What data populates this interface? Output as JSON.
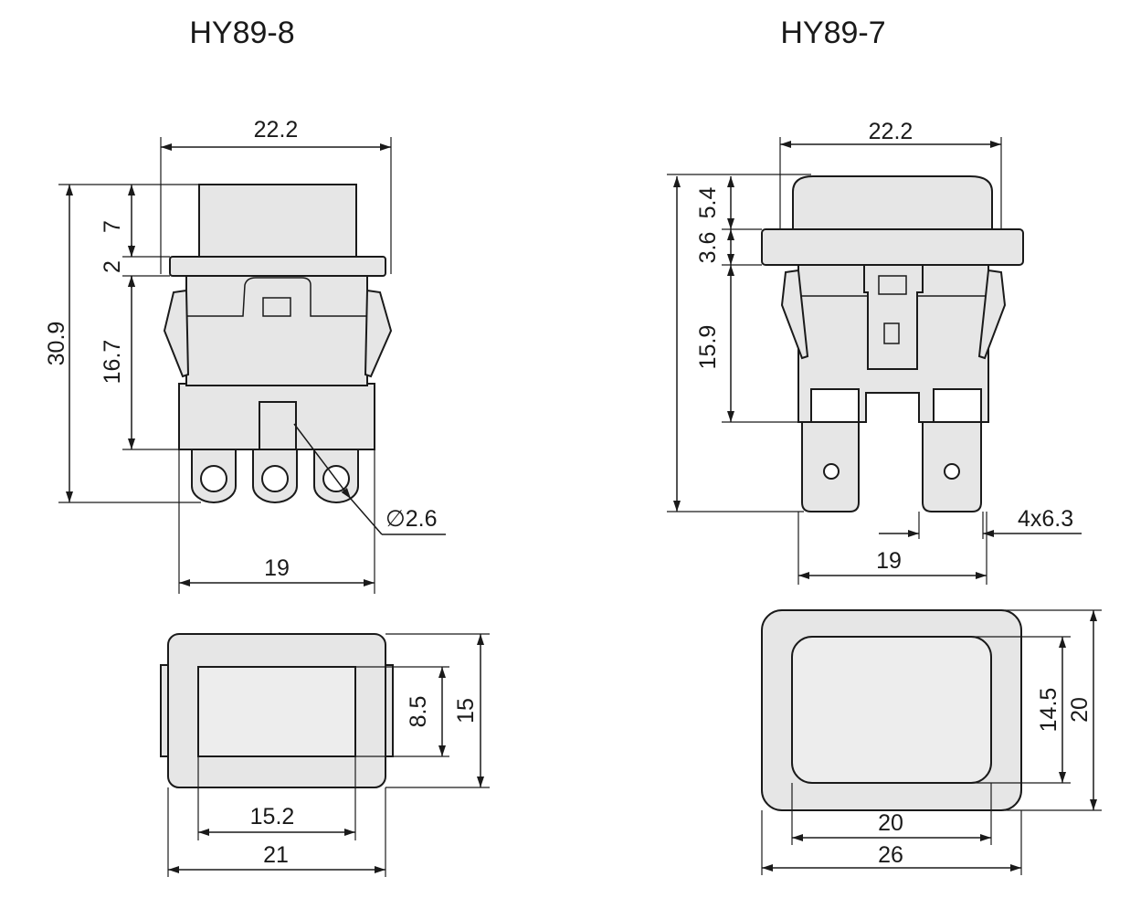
{
  "titles": {
    "left": "HY89-8",
    "right": "HY89-7"
  },
  "left_front": {
    "width": "22.2",
    "overall_height": "30.9",
    "cap_height": "7",
    "flange": "2",
    "body_height": "16.7",
    "hole_dia": "∅2.6",
    "base_width": "19"
  },
  "left_top": {
    "height_outer": "15",
    "height_inner": "8.5",
    "width_inner": "15.2",
    "width_outer": "21"
  },
  "right_front": {
    "width": "22.2",
    "cap_height": "5.4",
    "flange": "3.6",
    "body_height": "15.9",
    "terminal": "4x6.3",
    "base_width": "19"
  },
  "right_top": {
    "height_inner": "14.5",
    "height_outer": "20",
    "width_inner": "20",
    "width_outer": "26"
  },
  "colors": {
    "line": "#1a1a1a",
    "fill": "#e6e6e6"
  }
}
